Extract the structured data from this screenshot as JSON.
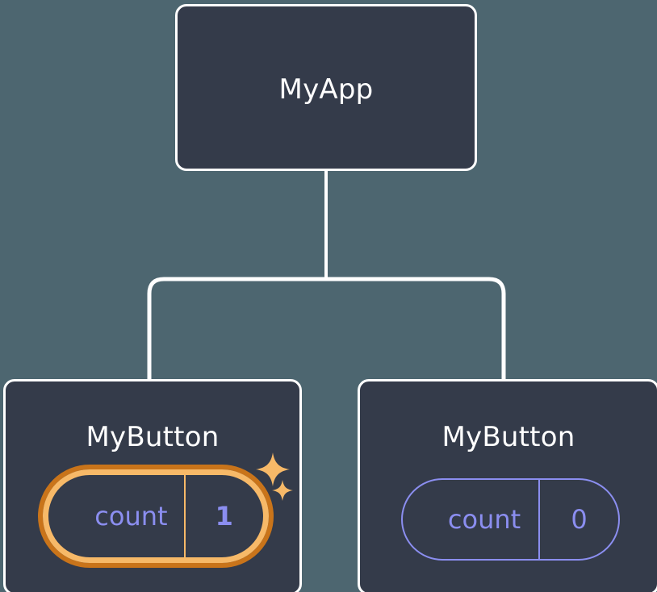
{
  "diagram": {
    "type": "component-tree",
    "description": "React component tree with state pills",
    "background_color": "#4d6670",
    "card_color": "#343b4a",
    "card_border_color": "#ffffff",
    "accent_purple": "#8b8ef0",
    "accent_orange_dark": "#c9741a",
    "accent_orange_light": "#f7b968"
  },
  "root": {
    "title": "MyApp"
  },
  "children": [
    {
      "title": "MyButton",
      "highlighted": true,
      "state": {
        "key": "count",
        "value": "1"
      },
      "sparkles": [
        "sparkle-large",
        "sparkle-small"
      ]
    },
    {
      "title": "MyButton",
      "highlighted": false,
      "state": {
        "key": "count",
        "value": "0"
      }
    }
  ]
}
